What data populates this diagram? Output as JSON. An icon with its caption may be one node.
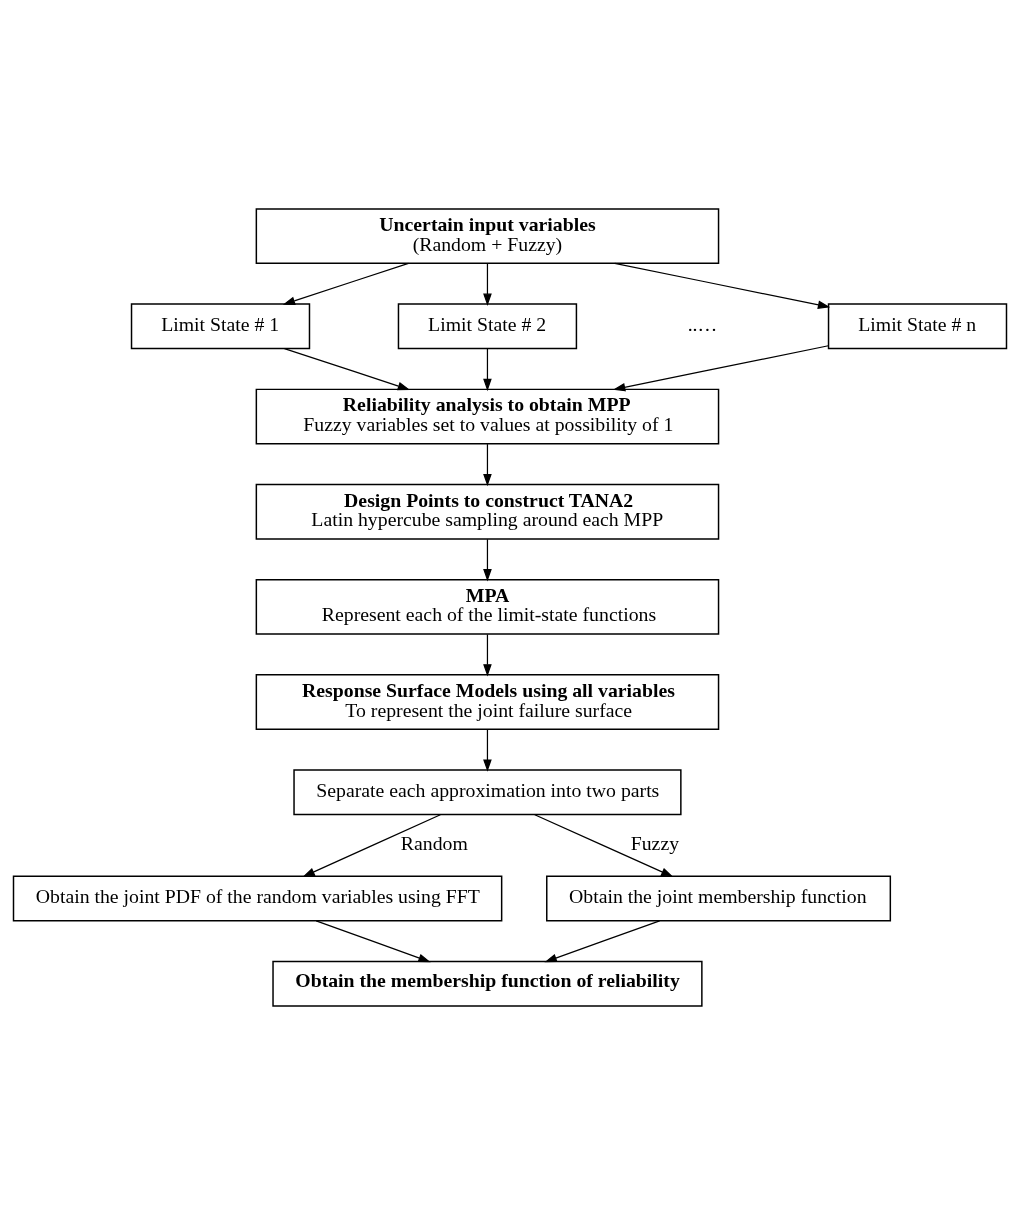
{
  "diagram": {
    "nodes": [
      {
        "text": [
          "Uncertain input variables",
          "(Random + Fuzzy)"
        ]
      },
      {
        "text": [
          "Limit State # 1"
        ]
      },
      {
        "text": [
          "Limit State # 2"
        ]
      },
      {
        "text": [
          "Limit State # n"
        ]
      },
      {
        "text": [
          "Reliability analysis to obtain MPP",
          "Fuzzy variables set to values at possibility of 1"
        ]
      },
      {
        "text": [
          "Design Points to construct TANA2",
          "Latin hypercube sampling around each MPP"
        ]
      },
      {
        "text": [
          "MPA",
          "Represent each of the limit-state functions"
        ]
      },
      {
        "text": [
          "Response Surface Models using all variables",
          "To represent the joint failure surface"
        ]
      },
      {
        "text": [
          "Separate each approximation into two parts"
        ]
      },
      {
        "text": [
          "Obtain the joint PDF of the random variables using FFT"
        ]
      },
      {
        "text": [
          "Obtain the joint membership function"
        ]
      },
      {
        "text": [
          "Obtain the membership function of reliability"
        ]
      }
    ],
    "edges": [
      {
        "from": 0,
        "to": 1,
        "arrow": "to"
      },
      {
        "from": 0,
        "to": 2,
        "arrow": "to"
      },
      {
        "from": 0,
        "to": 3,
        "arrow": "to"
      },
      {
        "from": 1,
        "to": 4,
        "arrow": "to"
      },
      {
        "from": 2,
        "to": 4,
        "arrow": "to"
      },
      {
        "from": 3,
        "to": 4,
        "arrow": "to"
      },
      {
        "from": 4,
        "to": 5,
        "arrow": "to"
      },
      {
        "from": 5,
        "to": 6,
        "arrow": "to"
      },
      {
        "from": 6,
        "to": 7,
        "arrow": "to"
      },
      {
        "from": 7,
        "to": 8,
        "arrow": "to"
      },
      {
        "from": 8,
        "to": 9,
        "arrow": "to",
        "label": "Random"
      },
      {
        "from": 8,
        "to": 10,
        "arrow": "to",
        "label": "Fuzzy"
      },
      {
        "from": 9,
        "to": 11,
        "arrow": "to"
      },
      {
        "from": 10,
        "to": 11,
        "arrow": "to"
      }
    ],
    "labels": [
      "..…"
    ]
  }
}
